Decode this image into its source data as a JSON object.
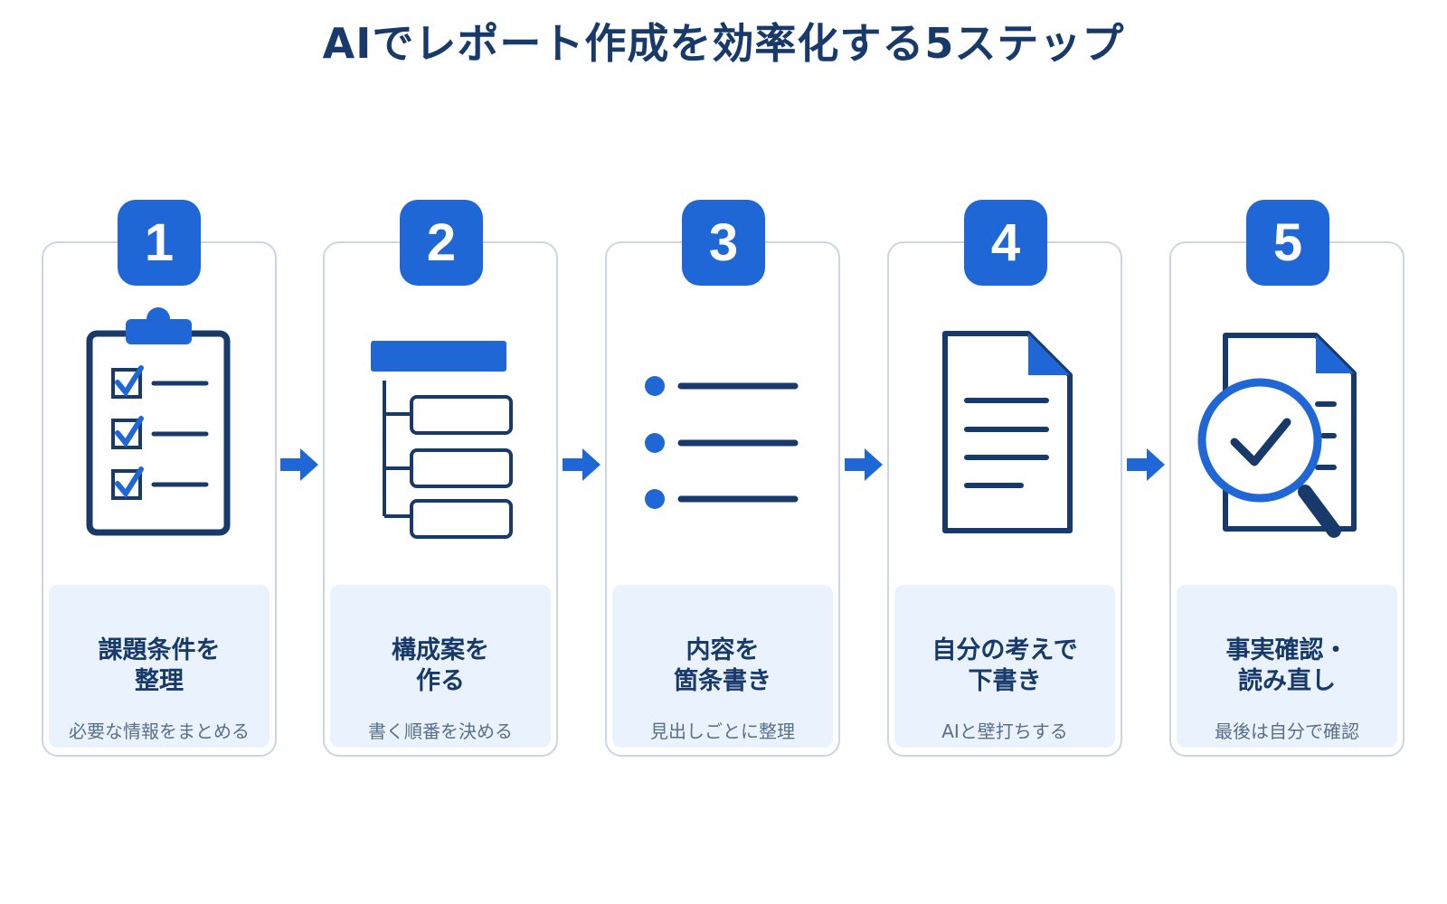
{
  "title": "AIでレポート作成を効率化する5ステップ",
  "colors": {
    "accent": "#1f67d6",
    "navy": "#173a6b",
    "panel": "#eaf2fd",
    "border": "#cdd5e1"
  },
  "steps": [
    {
      "number": "1",
      "title_lines": [
        "課題条件を",
        "整理"
      ],
      "subtitle": "必要な情報をまとめる",
      "icon": "clipboard-checklist-icon"
    },
    {
      "number": "2",
      "title_lines": [
        "構成案を",
        "作る"
      ],
      "subtitle": "書く順番を決める",
      "icon": "outline-tree-icon"
    },
    {
      "number": "3",
      "title_lines": [
        "内容を",
        "箇条書き"
      ],
      "subtitle": "見出しごとに整理",
      "icon": "bullet-list-icon"
    },
    {
      "number": "4",
      "title_lines": [
        "自分の考えで",
        "下書き"
      ],
      "subtitle": "AIと壁打ちする",
      "icon": "document-draft-icon"
    },
    {
      "number": "5",
      "title_lines": [
        "事実確認・",
        "読み直し"
      ],
      "subtitle": "最後は自分で確認",
      "icon": "magnifier-check-icon"
    }
  ]
}
